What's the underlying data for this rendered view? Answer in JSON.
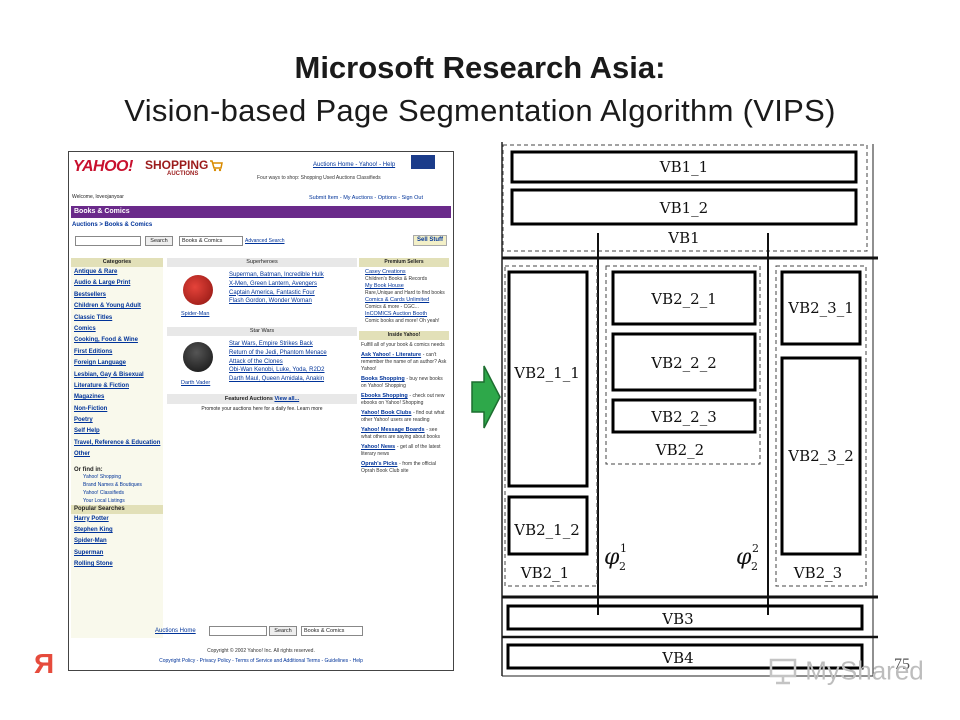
{
  "slide": {
    "title": "Microsoft Research Asia:",
    "subtitle": "Vision-based Page Segmentation Algorithm (VIPS)",
    "page_number": "75"
  },
  "screenshot": {
    "logo": "YAHOO!",
    "shopping": "SHOPPING",
    "auctions": "AUCTIONS",
    "top_links": "Auctions Home - Yahoo! - Help",
    "ways": "Four ways to shop: Shopping  Used  Auctions  Classifieds",
    "welcome": "Welcome, loveojanyoar",
    "sub_nav": "Submit Item - My Auctions - Options - Sign Out",
    "bar_title": "Books & Comics",
    "breadcrumb": "Auctions > Books & Comics",
    "search_button": "Search",
    "select_value": "Books & Comics",
    "advanced_search": "Advanced Search",
    "sell_button": "Sell Stuff",
    "categories_header": "Categories",
    "categories": [
      "Antique & Rare",
      "Audio & Large Print",
      "Bestsellers",
      "Children & Young Adult",
      "Classic Titles",
      "Comics",
      "Cooking, Food & Wine",
      "First Editions",
      "Foreign Language",
      "Lesbian, Gay & Bisexual",
      "Literature & Fiction",
      "Magazines",
      "Non-Fiction",
      "Poetry",
      "Self Help",
      "Travel, Reference & Education",
      "Other"
    ],
    "or_find_in": "Or find in:",
    "find_links": [
      "Yahoo! Shopping",
      "Brand Names & Boutiques",
      "Yahoo! Classifieds",
      "Your Local Listings"
    ],
    "popular_header": "Popular Searches",
    "popular": [
      "Harry Potter",
      "Stephen King",
      "Spider-Man",
      "Superman",
      "Rolling Stone"
    ],
    "superheroes_header": "Superheroes",
    "superheroes": [
      "Superman, Batman, Incredible Hulk",
      "X-Men, Green Lantern, Avengers",
      "Captain America, Fantastic Four",
      "Flash Gordon, Wonder Woman"
    ],
    "spiderman_caption": "Spider-Man",
    "starwars_header": "Star Wars",
    "starwars": [
      "Star Wars, Empire Strikes Back",
      "Return of the Jedi, Phantom Menace",
      "Attack of the Clones",
      "Obi-Wan Kenobi, Luke, Yoda, R2D2",
      "Darth Maul, Queen Amidala, Anakin"
    ],
    "vader_caption": "Darth Vader",
    "featured_header": "Featured Auctions",
    "featured_viewall": "View all...",
    "featured_text": "Promote your auctions here for a daily fee. Learn more",
    "premium_header": "Premium Sellers",
    "premium": [
      {
        "link": "Casey Creations",
        "text": "Children's Books & Records"
      },
      {
        "link": "My Book House",
        "text": "Rare,Unique and Hard to find books"
      },
      {
        "link": "Comics & Cards Unlimited",
        "text": "Comics & more - CGC..."
      },
      {
        "link": "InCOMICS Auction Booth",
        "text": "Comic books and more! Oh yeah!"
      }
    ],
    "inside_header": "Inside Yahoo!",
    "inside_intro": "Fulfill all of your book & comics needs",
    "inside": [
      {
        "link": "Ask Yahoo! - Literature",
        "text": "- can't remember the name of an author? Ask Yahoo!"
      },
      {
        "link": "Books Shopping",
        "text": "- buy new books on Yahoo! Shopping"
      },
      {
        "link": "Ebooks Shopping",
        "text": "- check out new ebooks on Yahoo! Shopping"
      },
      {
        "link": "Yahoo! Book Clubs",
        "text": "- find out what other Yahoo! users are reading"
      },
      {
        "link": "Yahoo! Message Boards",
        "text": "- see what others are saying about books"
      },
      {
        "link": "Yahoo! News",
        "text": "- get all of the latest literary news"
      },
      {
        "link": "Oprah's Picks",
        "text": "- from the official Oprah Book Club site"
      }
    ],
    "footer_home": "Auctions Home",
    "footer_search": "Search",
    "footer_select": "Books & Comics",
    "copyright": "Copyright © 2002 Yahoo! Inc. All rights reserved.",
    "copyright_links": "Copyright Policy - Privacy Policy - Terms of Service and Additional Terms - Guidelines - Help"
  },
  "vips": {
    "blocks": {
      "vb1_1": "VB1_1",
      "vb1_2": "VB1_2",
      "vb1": "VB1",
      "vb2_1_1": "VB2_1_1",
      "vb2_1_2": "VB2_1_2",
      "vb2_1": "VB2_1",
      "vb2_2_1": "VB2_2_1",
      "vb2_2_2": "VB2_2_2",
      "vb2_2_3": "VB2_2_3",
      "vb2_2": "VB2_2",
      "vb2_3_1": "VB2_3_1",
      "vb2_3_2": "VB2_3_2",
      "vb2_3": "VB2_3",
      "vb3": "VB3",
      "vb4": "VB4"
    },
    "separators": {
      "phi1": "φ",
      "phi1_sup": "1",
      "phi1_sub": "2",
      "phi2": "φ",
      "phi2_sup": "2",
      "phi2_sub": "2"
    }
  },
  "watermark": {
    "left_logo": "Я",
    "right_logo": "MyShared"
  }
}
